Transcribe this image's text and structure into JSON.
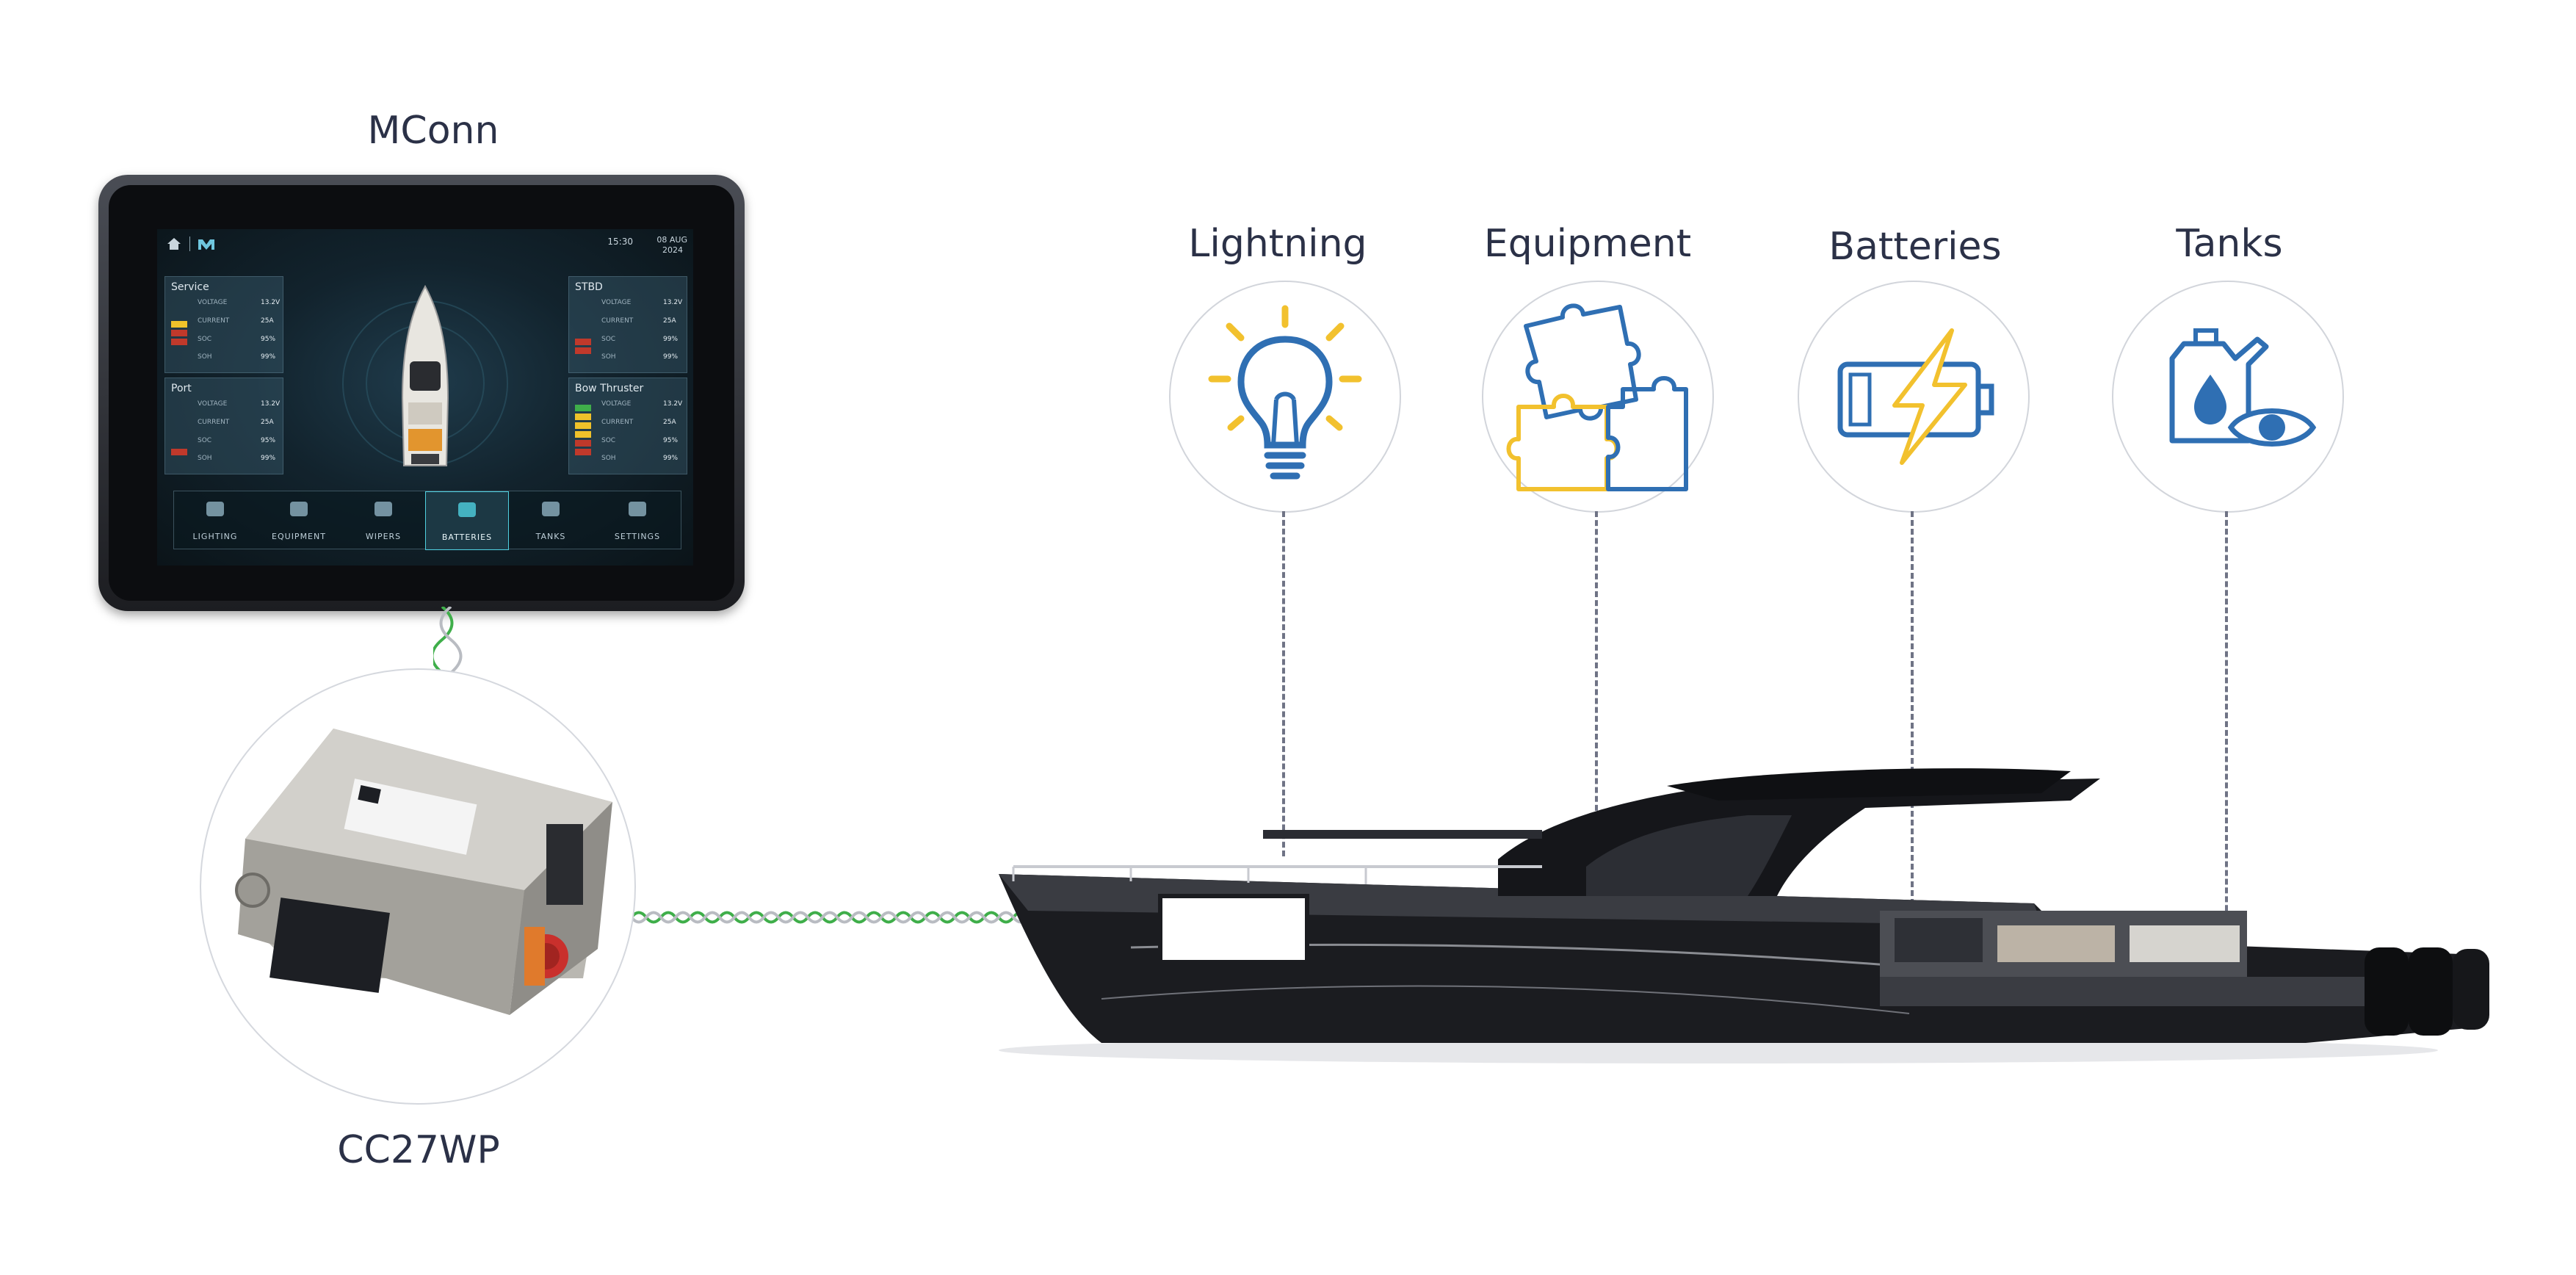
{
  "labels": {
    "display": "MConn",
    "module": "CC27WP"
  },
  "features": [
    {
      "name": "Lightning",
      "icon": "lightbulb-icon"
    },
    {
      "name": "Equipment",
      "icon": "puzzle-icon"
    },
    {
      "name": "Batteries",
      "icon": "battery-charging-icon"
    },
    {
      "name": "Tanks",
      "icon": "fuel-tank-icon"
    }
  ],
  "screen": {
    "time": "15:30",
    "date_day": "08 AUG",
    "date_year": "2024",
    "panels": {
      "service": {
        "title": "Service",
        "rows": [
          [
            "VOLTAGE",
            "13.2V"
          ],
          [
            "CURRENT",
            "25A"
          ],
          [
            "SOC",
            "95%"
          ],
          [
            "SOH",
            "99%"
          ]
        ]
      },
      "port": {
        "title": "Port",
        "rows": [
          [
            "VOLTAGE",
            "13.2V"
          ],
          [
            "CURRENT",
            "25A"
          ],
          [
            "SOC",
            "95%"
          ],
          [
            "SOH",
            "99%"
          ]
        ]
      },
      "stbd": {
        "title": "STBD",
        "rows": [
          [
            "VOLTAGE",
            "13.2V"
          ],
          [
            "CURRENT",
            "25A"
          ],
          [
            "SOC",
            "99%"
          ],
          [
            "SOH",
            "99%"
          ]
        ]
      },
      "bow": {
        "title": "Bow Thruster",
        "rows": [
          [
            "VOLTAGE",
            "13.2V"
          ],
          [
            "CURRENT",
            "25A"
          ],
          [
            "SOC",
            "95%"
          ],
          [
            "SOH",
            "99%"
          ]
        ]
      }
    },
    "nav": [
      "LIGHTING",
      "EQUIPMENT",
      "WIPERS",
      "BATTERIES",
      "TANKS",
      "SETTINGS"
    ]
  },
  "colors": {
    "accent_blue": "#2f6fb3",
    "accent_yellow": "#f2c12e",
    "cable_green": "#3fae4a",
    "text_dark": "#2b3147"
  }
}
